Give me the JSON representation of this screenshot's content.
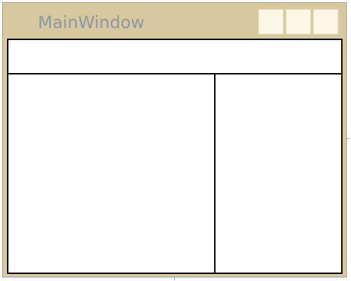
{
  "window": {
    "title": "MainWindow",
    "colors": {
      "frame": "#d7c8a0",
      "title_text": "#8c98a6",
      "caption_button": "#fbf6e6",
      "border": "#000000",
      "panel": "#ffffff"
    },
    "caption_buttons": [
      {
        "name": "minimize-button",
        "icon": "minimize-icon"
      },
      {
        "name": "maximize-button",
        "icon": "maximize-icon"
      },
      {
        "name": "close-button",
        "icon": "close-icon"
      }
    ]
  }
}
